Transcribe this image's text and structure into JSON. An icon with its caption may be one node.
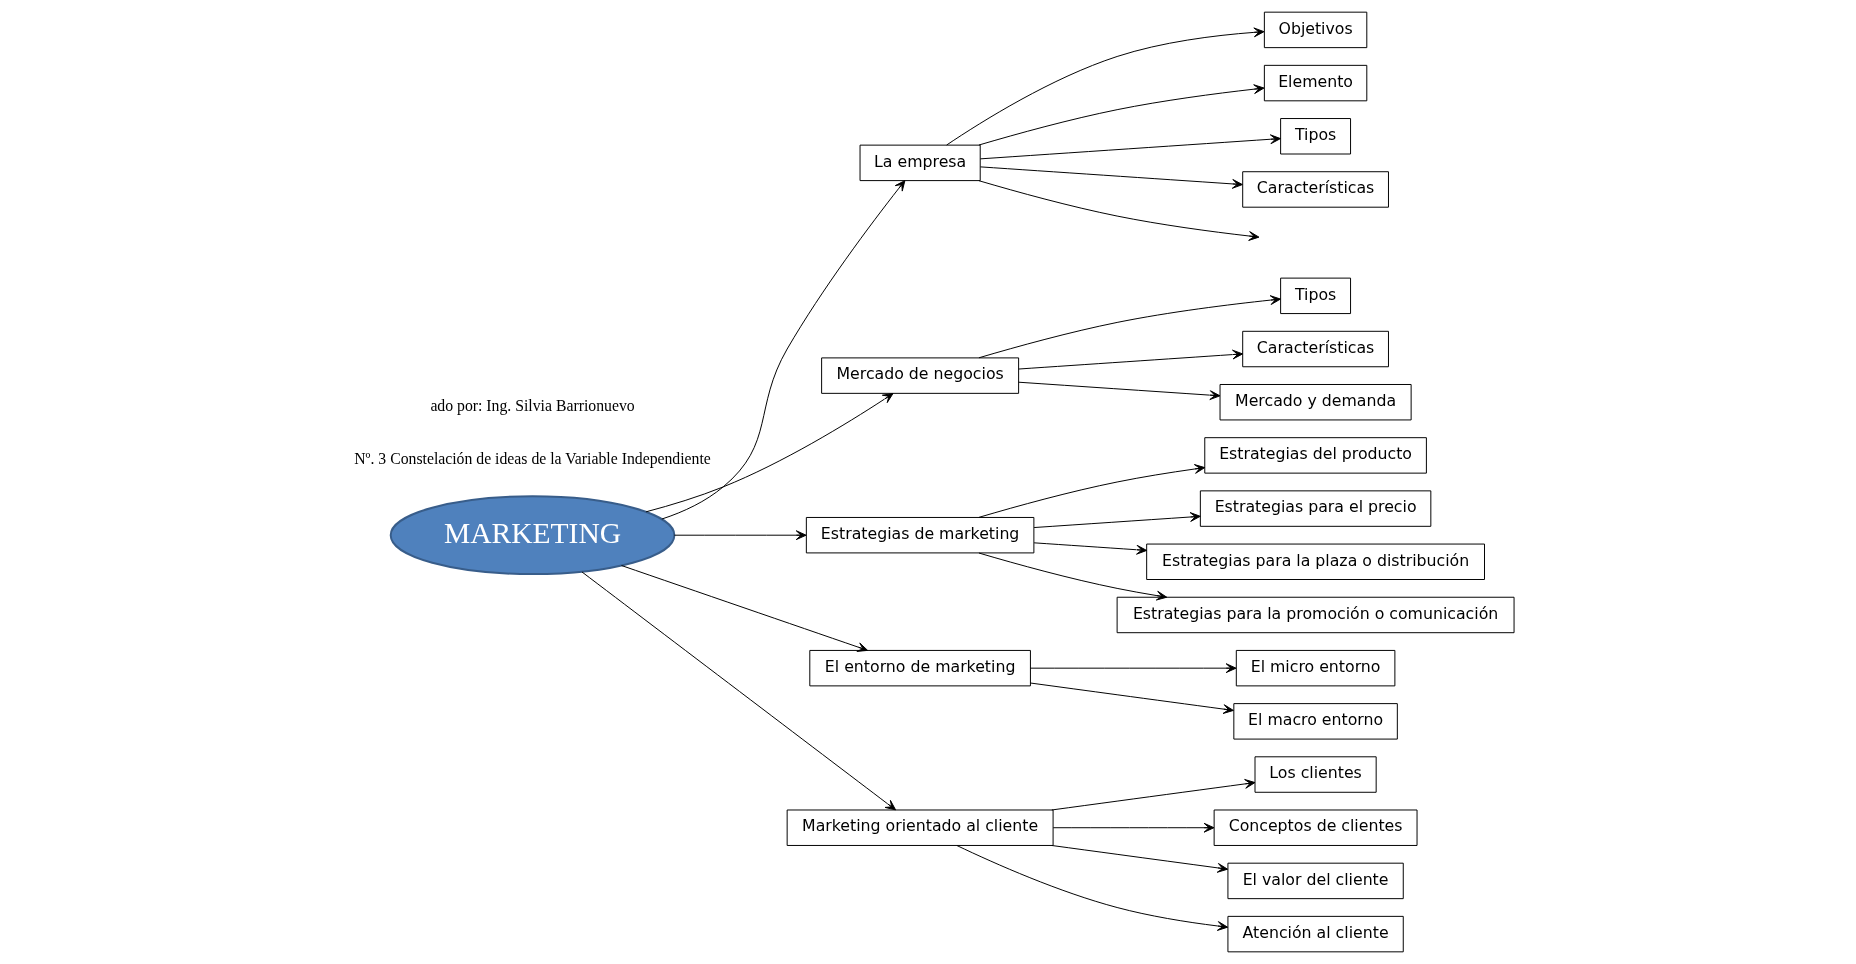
{
  "diagram": {
    "nodes": [
      {
        "text": [
          "La empresa"
        ]
      },
      {
        "text": [
          "Objetivos"
        ]
      },
      {
        "text": [
          "Elemento"
        ]
      },
      {
        "text": [
          "Tipos"
        ]
      },
      {
        "text": [
          "Características"
        ]
      },
      {
        "text": [
          "Mercado de negocios"
        ]
      },
      {
        "text": [
          "Tipos"
        ]
      },
      {
        "text": [
          "Características"
        ]
      },
      {
        "text": [
          "Mercado y demanda"
        ]
      },
      {
        "text": [
          "MARKETING"
        ]
      },
      {
        "text": [
          "Estrategias de marketing"
        ]
      },
      {
        "text": [
          "Estrategias del producto"
        ]
      },
      {
        "text": [
          "Estrategias para el precio"
        ]
      },
      {
        "text": [
          "Estrategias para la plaza o distribución"
        ]
      },
      {
        "text": [
          "Estrategias para la promoción o comunicación"
        ]
      },
      {
        "text": [
          "El entorno de marketing"
        ]
      },
      {
        "text": [
          "El micro entorno"
        ]
      },
      {
        "text": [
          "El macro entorno"
        ]
      },
      {
        "text": [
          "Marketing orientado al cliente"
        ]
      },
      {
        "text": [
          "Los clientes"
        ]
      },
      {
        "text": [
          "Conceptos de clientes"
        ]
      },
      {
        "text": [
          "El valor del cliente"
        ]
      },
      {
        "text": [
          "Atención al cliente"
        ]
      }
    ],
    "edges": [
      {
        "from": 9,
        "to": 0,
        "arrow": "to"
      },
      {
        "from": 0,
        "to": 1,
        "arrow": "to"
      },
      {
        "from": 0,
        "to": 2,
        "arrow": "to"
      },
      {
        "from": 0,
        "to": 3,
        "arrow": "to"
      },
      {
        "from": 0,
        "to": 4,
        "arrow": "to"
      },
      {
        "from": 0,
        "to": null,
        "arrow": "to"
      },
      {
        "from": 9,
        "to": 5,
        "arrow": "to"
      },
      {
        "from": 5,
        "to": 6,
        "arrow": "to"
      },
      {
        "from": 5,
        "to": 7,
        "arrow": "to"
      },
      {
        "from": 5,
        "to": 8,
        "arrow": "to"
      },
      {
        "from": 9,
        "to": 10,
        "arrow": "to"
      },
      {
        "from": 10,
        "to": 11,
        "arrow": "to"
      },
      {
        "from": 10,
        "to": 12,
        "arrow": "to"
      },
      {
        "from": 10,
        "to": 13,
        "arrow": "to"
      },
      {
        "from": 10,
        "to": 14,
        "arrow": "to"
      },
      {
        "from": 9,
        "to": 15,
        "arrow": "to"
      },
      {
        "from": 15,
        "to": 16,
        "arrow": "to"
      },
      {
        "from": 15,
        "to": 17,
        "arrow": "to"
      },
      {
        "from": 9,
        "to": 18,
        "arrow": "to"
      },
      {
        "from": 18,
        "to": 19,
        "arrow": "to"
      },
      {
        "from": 18,
        "to": 20,
        "arrow": "to"
      },
      {
        "from": 18,
        "to": 21,
        "arrow": "to"
      },
      {
        "from": 18,
        "to": 22,
        "arrow": "to"
      }
    ],
    "labels": [
      "Nº. 3 Constelación de ideas de la Variable Independiente",
      "ado por: Ing. Silvia Barrionuevo"
    ]
  }
}
